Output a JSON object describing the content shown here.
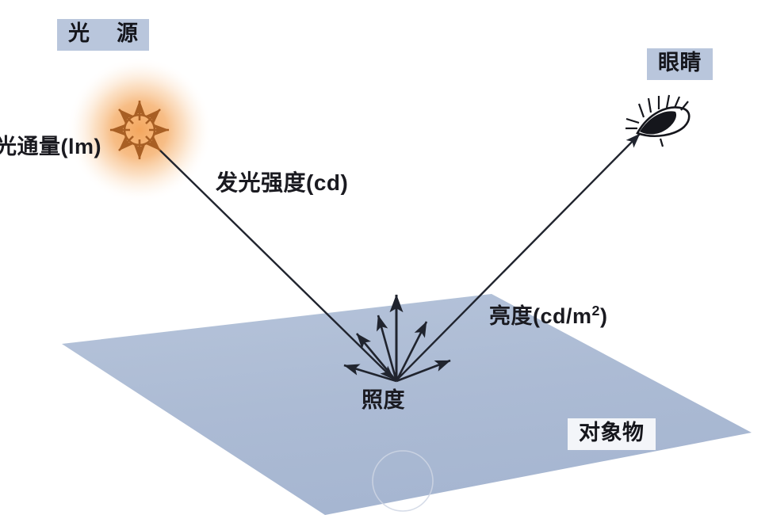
{
  "diagram": {
    "title_semantic": "photometric-quantities-diagram",
    "background_color": "#ffffff",
    "surface_color": "#aebdd6",
    "label_box_blue": "#b9c6dc",
    "label_box_white": "#f3f5f9",
    "arrow_color": "#20242e",
    "sun_color": "#c2702e",
    "glow_color": "#f0a860"
  },
  "labels": {
    "light_source": {
      "char1": "光",
      "char2": "源",
      "full": "光 源"
    },
    "eye": "眼睛",
    "luminous_flux": "光通量(lm)",
    "luminous_flux_unit": "lm",
    "luminous_intensity": "发光强度(cd)",
    "luminous_intensity_unit": "cd",
    "luminance_prefix": "亮度(cd/m",
    "luminance_sup": "2",
    "luminance_suffix": ")",
    "illuminance": "照度",
    "object": "对象物"
  },
  "elements": {
    "sun_icon": "sun-icon",
    "eye_icon": "eye-icon",
    "surface_plane": "object-surface-plane",
    "incident_ray": "incident-light-ray",
    "view_ray": "reflected-view-ray",
    "scatter_arrows": "scattered-light-arrows",
    "watermark": "watermark-circle"
  }
}
